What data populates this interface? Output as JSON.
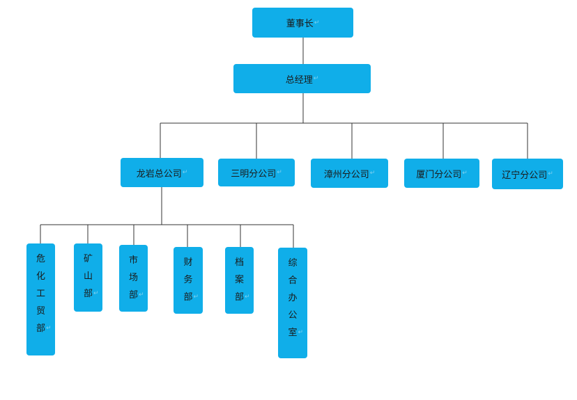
{
  "chairman": "董事长",
  "general_manager": "总经理",
  "branches": {
    "longyan": "龙岩总公司",
    "sanming": "三明分公司",
    "zhangzhou": "漳州分公司",
    "xiamen": "厦门分公司",
    "liaoning": "辽宁分公司"
  },
  "departments": {
    "hazardous_trade": "危化工贸部",
    "mining": "矿山部",
    "market": "市场部",
    "finance": "财务部",
    "archives": "档案部",
    "general_office": "综合办公室"
  },
  "colors": {
    "box_fill": "#10aee9",
    "connector": "#333333"
  }
}
